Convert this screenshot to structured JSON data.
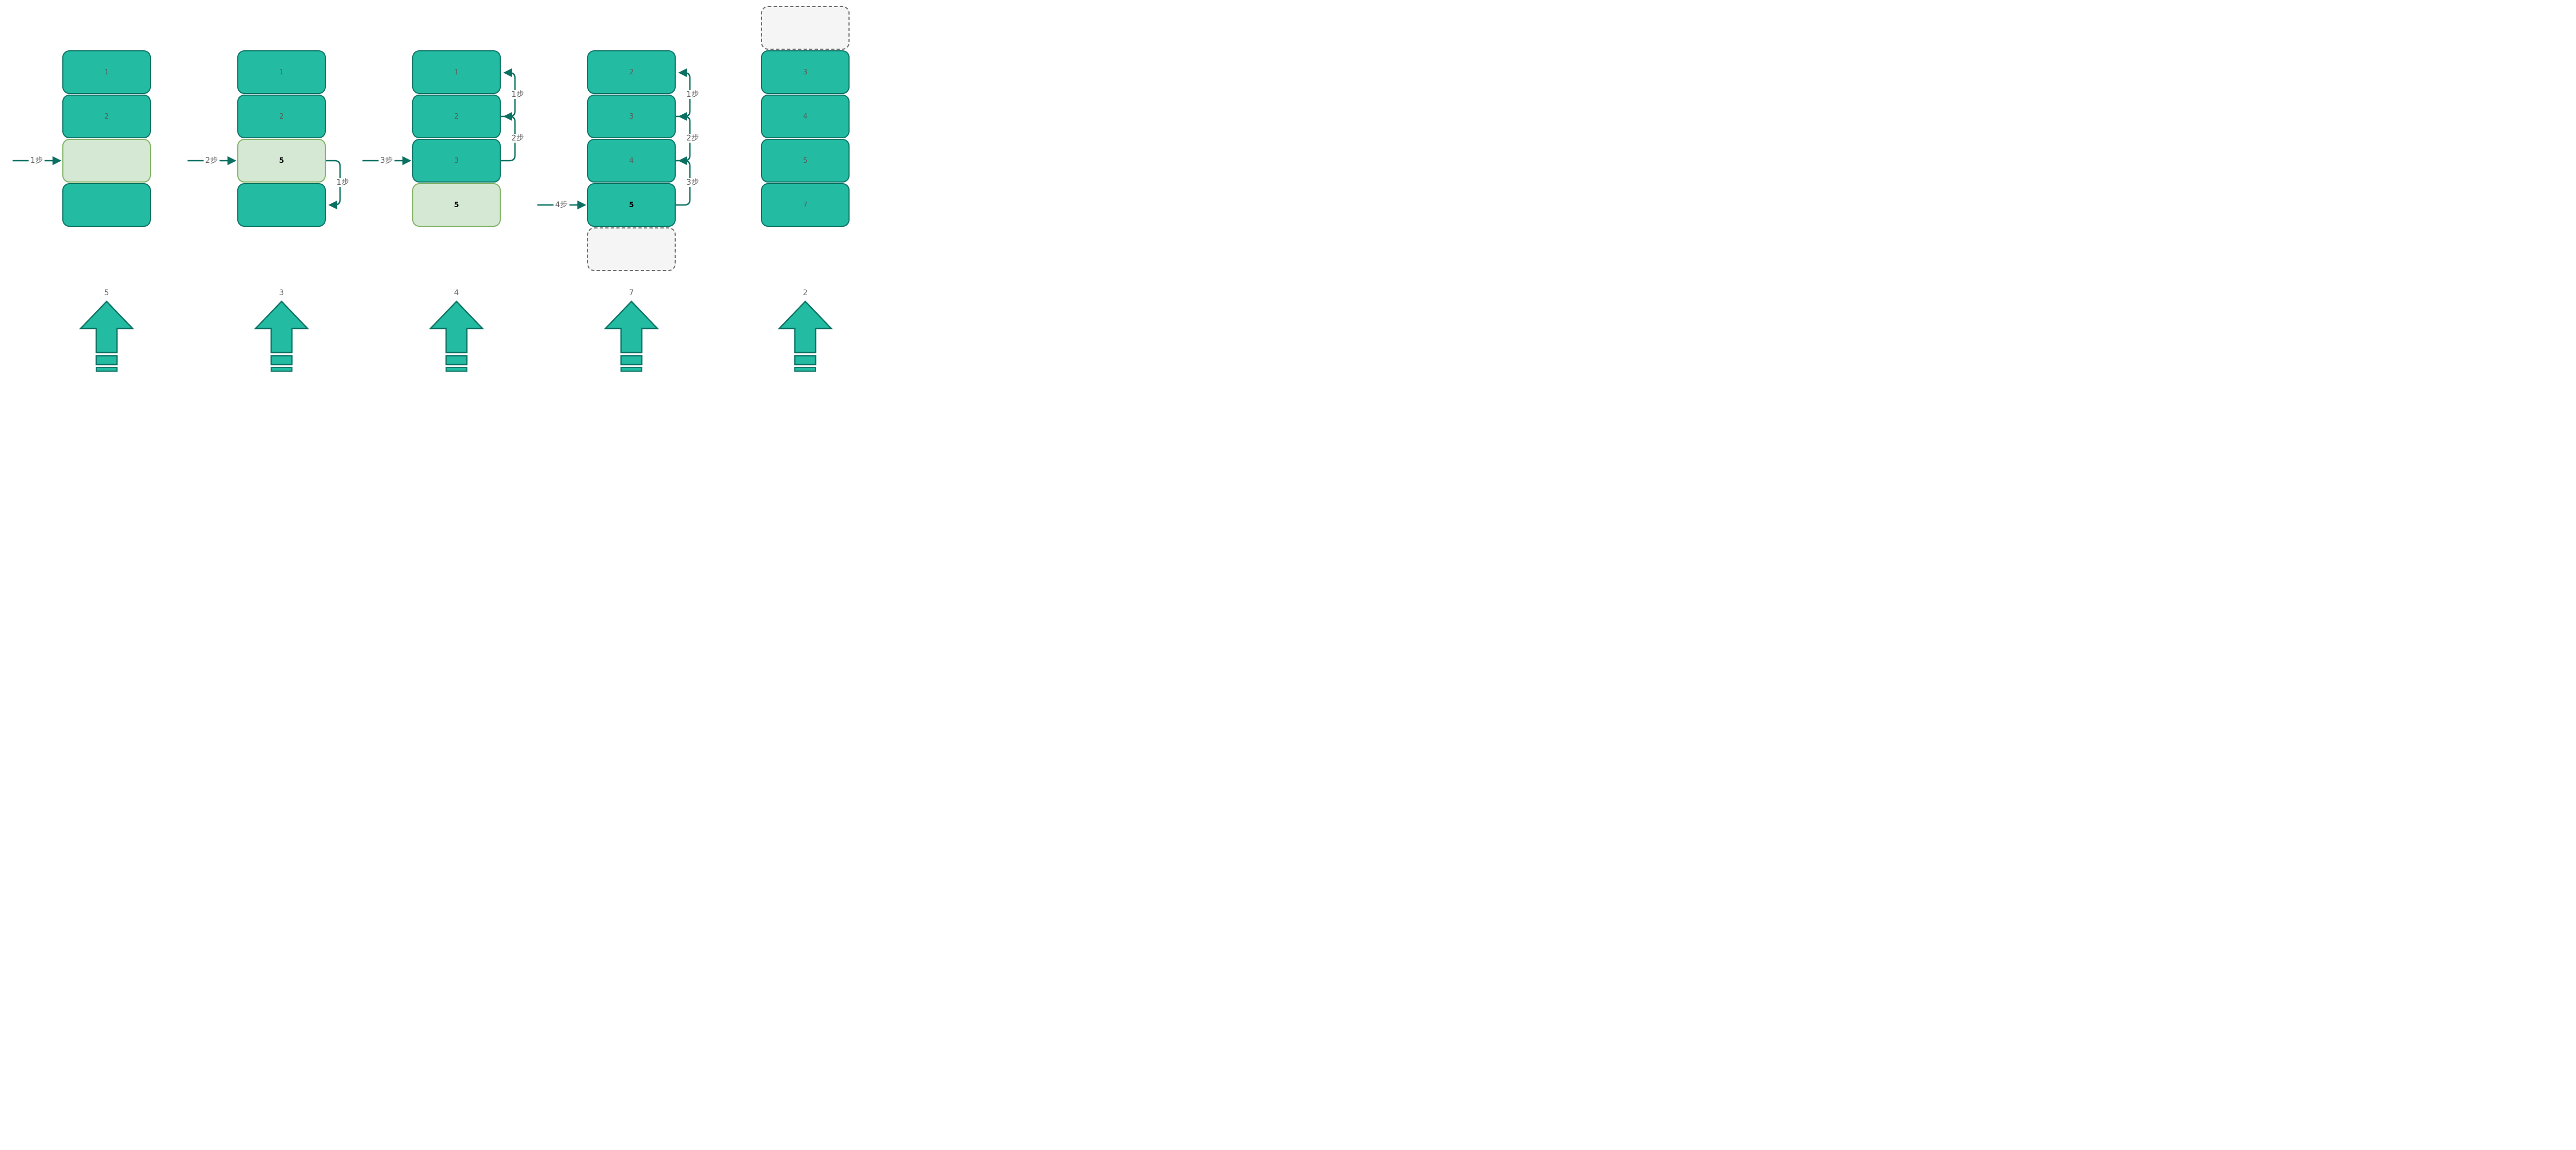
{
  "diagram": {
    "description": "Stack insertion steps diagram",
    "step_unit": "步",
    "colors": {
      "box_fill": "#23BCA3",
      "box_border": "#0E7466",
      "highlight_fill": "#D5E8D4",
      "highlight_border": "#82B366",
      "dashed_fill": "#F5F5F5",
      "dashed_border": "#6E6E6E",
      "connector": "#0B7061",
      "text_gray": "#595959",
      "text_black": "#000000"
    }
  },
  "columns": [
    {
      "id": "stage-1",
      "boxes": [
        {
          "value": "1",
          "style": "teal"
        },
        {
          "value": "2",
          "style": "teal"
        },
        {
          "value": "",
          "style": "highlight-empty"
        },
        {
          "value": "",
          "style": "teal-empty"
        }
      ],
      "dashed_slot": null,
      "insert_arrow": {
        "label": "1步",
        "target_row": 3
      },
      "shift_arrows": [],
      "incoming": {
        "value": "5"
      }
    },
    {
      "id": "stage-2",
      "boxes": [
        {
          "value": "1",
          "style": "teal"
        },
        {
          "value": "2",
          "style": "teal"
        },
        {
          "value": "5",
          "style": "highlight-active"
        },
        {
          "value": "",
          "style": "teal-empty"
        }
      ],
      "dashed_slot": null,
      "insert_arrow": {
        "label": "2步",
        "target_row": 3
      },
      "shift_arrows": [
        {
          "label": "1步",
          "from_row": 3,
          "to_row": 4,
          "direction": "down"
        }
      ],
      "incoming": {
        "value": "3"
      }
    },
    {
      "id": "stage-3",
      "boxes": [
        {
          "value": "1",
          "style": "teal"
        },
        {
          "value": "2",
          "style": "teal"
        },
        {
          "value": "3",
          "style": "teal"
        },
        {
          "value": "5",
          "style": "highlight-active"
        }
      ],
      "dashed_slot": null,
      "insert_arrow": {
        "label": "3步",
        "target_row": 3
      },
      "shift_arrows": [
        {
          "label": "1步",
          "from_row": 2,
          "to_row": 1,
          "direction": "up"
        },
        {
          "label": "2步",
          "from_row": 3,
          "to_row": 2,
          "direction": "up"
        }
      ],
      "incoming": {
        "value": "4"
      }
    },
    {
      "id": "stage-4",
      "boxes": [
        {
          "value": "2",
          "style": "teal"
        },
        {
          "value": "3",
          "style": "teal"
        },
        {
          "value": "4",
          "style": "teal"
        },
        {
          "value": "5",
          "style": "teal-active"
        }
      ],
      "dashed_slot": {
        "position": "bottom"
      },
      "insert_arrow": {
        "label": "4步",
        "target_row": 4
      },
      "shift_arrows": [
        {
          "label": "1步",
          "from_row": 2,
          "to_row": 1,
          "direction": "up"
        },
        {
          "label": "2步",
          "from_row": 3,
          "to_row": 2,
          "direction": "up"
        },
        {
          "label": "3步",
          "from_row": 4,
          "to_row": 3,
          "direction": "up"
        }
      ],
      "incoming": {
        "value": "7"
      }
    },
    {
      "id": "stage-5",
      "boxes": [
        {
          "value": "3",
          "style": "teal"
        },
        {
          "value": "4",
          "style": "teal"
        },
        {
          "value": "5",
          "style": "teal"
        },
        {
          "value": "7",
          "style": "teal"
        }
      ],
      "dashed_slot": {
        "position": "top"
      },
      "insert_arrow": null,
      "shift_arrows": [],
      "incoming": {
        "value": "2"
      }
    }
  ]
}
